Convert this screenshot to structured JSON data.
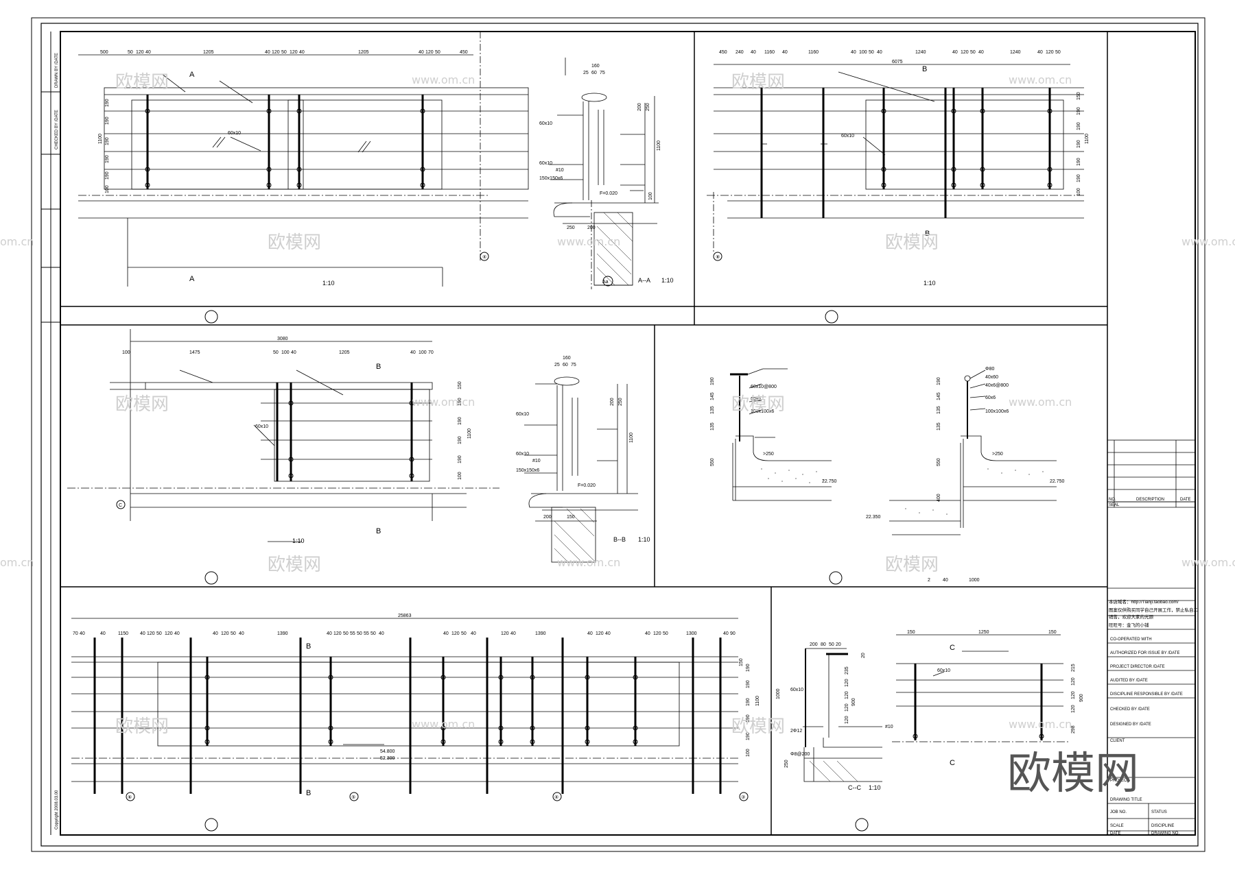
{
  "panels": {
    "top_left": {
      "label_top": "A",
      "label_bottom": "A",
      "scale": "1:10",
      "axis": "④",
      "pipe": "60x10",
      "dims": [
        "500",
        "50",
        "120",
        "40",
        "1205",
        "40",
        "120",
        "50",
        "120",
        "40",
        "1205",
        "40",
        "120",
        "50",
        "450"
      ],
      "vdims": [
        "190",
        "190",
        "190",
        "190",
        "190",
        "100",
        "100"
      ],
      "height": "1100"
    },
    "section_aa": {
      "title": "A--A",
      "scale": "1:10",
      "axis": "Aa",
      "dims": [
        "160",
        "25",
        "60",
        "75",
        "200",
        "250",
        "1100",
        "250",
        "200",
        "100"
      ],
      "notes": [
        "60x10",
        "60x10",
        "#10",
        "150x150x6"
      ],
      "level": "F=0.020"
    },
    "top_right": {
      "label_top": "B",
      "label_bottom": "B",
      "scale": "1:10",
      "axis": "⑧",
      "total": "6075",
      "pipe": "60x10",
      "dims": [
        "450",
        "240",
        "40",
        "1160",
        "40",
        "1160",
        "40",
        "100",
        "50",
        "40",
        "1240",
        "40",
        "120",
        "50",
        "40",
        "1240",
        "40",
        "120",
        "50"
      ],
      "vdims": [
        "150",
        "190",
        "190",
        "190",
        "190",
        "190",
        "100"
      ],
      "height": "1100"
    },
    "middle_left": {
      "label_top": "B",
      "label_bottom": "B",
      "scale": "1:10",
      "axis": "C",
      "total": "3080",
      "pipe": "60x10",
      "dims": [
        "100",
        "1475",
        "50",
        "100",
        "40",
        "1205",
        "40",
        "100",
        "70"
      ],
      "vdims": [
        "150",
        "190",
        "190",
        "190",
        "190",
        "100"
      ],
      "height": "1100"
    },
    "section_bb": {
      "title": "B--B",
      "scale": "1:10",
      "dims": [
        "160",
        "25",
        "60",
        "75",
        "200",
        "250",
        "1100",
        "200",
        "150"
      ],
      "notes": [
        "60x10",
        "60x10",
        "#10",
        "150x150x6"
      ],
      "level": "F=0.020"
    },
    "detail_1": {
      "notes": [
        "60x10@800",
        "60x6",
        "100x100x6",
        ">250"
      ],
      "dims": [
        "190",
        "145",
        "135",
        "135",
        "550"
      ],
      "level": "22.750"
    },
    "detail_2": {
      "notes": [
        "Φ80",
        "40x60",
        "40x6@800",
        "60x6",
        "100x100x6",
        ">250"
      ],
      "dims": [
        "190",
        "145",
        "135",
        "135",
        "550",
        "400"
      ],
      "levels": [
        "22.750",
        "22.350"
      ]
    },
    "detail_scale": {
      "values": [
        "2",
        "40",
        "1000"
      ]
    },
    "bottom_left": {
      "label_top": "B",
      "label_bottom": "B",
      "total": "25863",
      "levels": [
        "54.800",
        "52.300"
      ],
      "axes": [
        "⑥",
        "⑤",
        "④",
        "③"
      ],
      "dims": [
        "70",
        "40",
        "40",
        "1150",
        "40",
        "120",
        "50",
        "120",
        "40",
        "40",
        "120",
        "50",
        "40",
        "1390",
        "40",
        "120",
        "50",
        "55",
        "50",
        "55",
        "50",
        "40",
        "40",
        "120",
        "50",
        "40",
        "120",
        "40",
        "1390",
        "40",
        "120",
        "40",
        "40",
        "120",
        "50",
        "1300",
        "40",
        "90"
      ],
      "vdims": [
        "150",
        "190",
        "190",
        "190",
        "190",
        "190",
        "100"
      ],
      "height": "1100"
    },
    "section_cc": {
      "title": "C--C",
      "scale": "1:10",
      "dims": [
        "200",
        "80",
        "50",
        "20",
        "1000",
        "900",
        "235",
        "120",
        "120",
        "120",
        "120",
        "20",
        "250"
      ],
      "notes": [
        "60x10",
        "#10",
        "2Φ12",
        "Φ8@200"
      ]
    },
    "bottom_right": {
      "label_top": "C",
      "label_bottom": "C",
      "pipe": "60x10",
      "dims": [
        "150",
        "1250",
        "150"
      ],
      "vdims": [
        "215",
        "120",
        "120",
        "120",
        "298"
      ],
      "height": "900"
    }
  },
  "title_block": {
    "rev_headers": [
      "NO.",
      "DESCRIPTION",
      "DATE"
    ],
    "seal": "SEAL",
    "note_lines": [
      "本店域名：http://Tianji.taobao.com/",
      "图案仅供购买同学自己开展工作，禁止私自二",
      "销售，欢迎大家的光顾",
      "旺旺号：金飞的小铺"
    ],
    "rows": [
      "CO-OPERATED WITH",
      "AUTHORIZED FOR ISSUE BY /DATE",
      "PROJECT DIRECTOR /DATE",
      "AUDITED BY /DATE",
      "DISCIPLINE RESPONSIBLE BY /DATE",
      "CHECKED BY /DATE",
      "DESIGNED BY /DATE",
      "CLIENT",
      "PROJECT",
      "DRAWING TITLE"
    ],
    "bottom": [
      [
        "JOB NO.",
        "STATUS"
      ],
      [
        "SCALE",
        "DISCIPLINE"
      ],
      [
        "DATE",
        "DRAWING NO."
      ]
    ]
  },
  "left_strip": [
    "DRAWN BY /DATE",
    "CHECKED BY /DATE",
    "Copyright 2008.03.00"
  ],
  "watermarks": {
    "logo": "欧模网",
    "url": "www.om.cn",
    "url_cut": "om.cn",
    "big": "欧模网"
  }
}
